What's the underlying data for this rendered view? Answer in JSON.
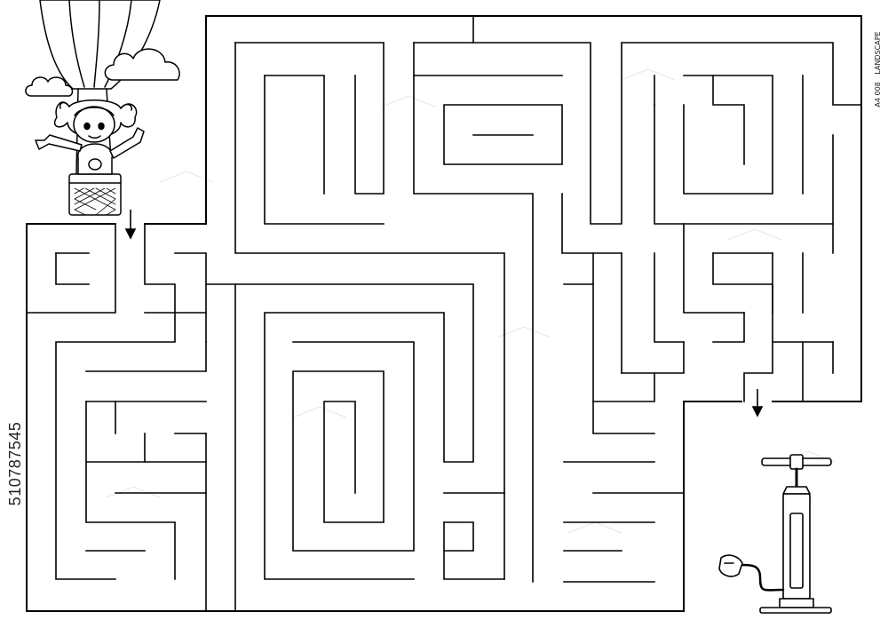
{
  "page": {
    "stock_id": "510787545",
    "format_code": "A4 008",
    "orientation": "LANDSCAPE"
  },
  "puzzle": {
    "type": "maze",
    "start_icon": "girl-in-hot-air-balloon-icon",
    "finish_icon": "air-pump-icon",
    "arrow_icon": "down-arrow-icon",
    "line_color": "#000000",
    "background": "#ffffff"
  }
}
